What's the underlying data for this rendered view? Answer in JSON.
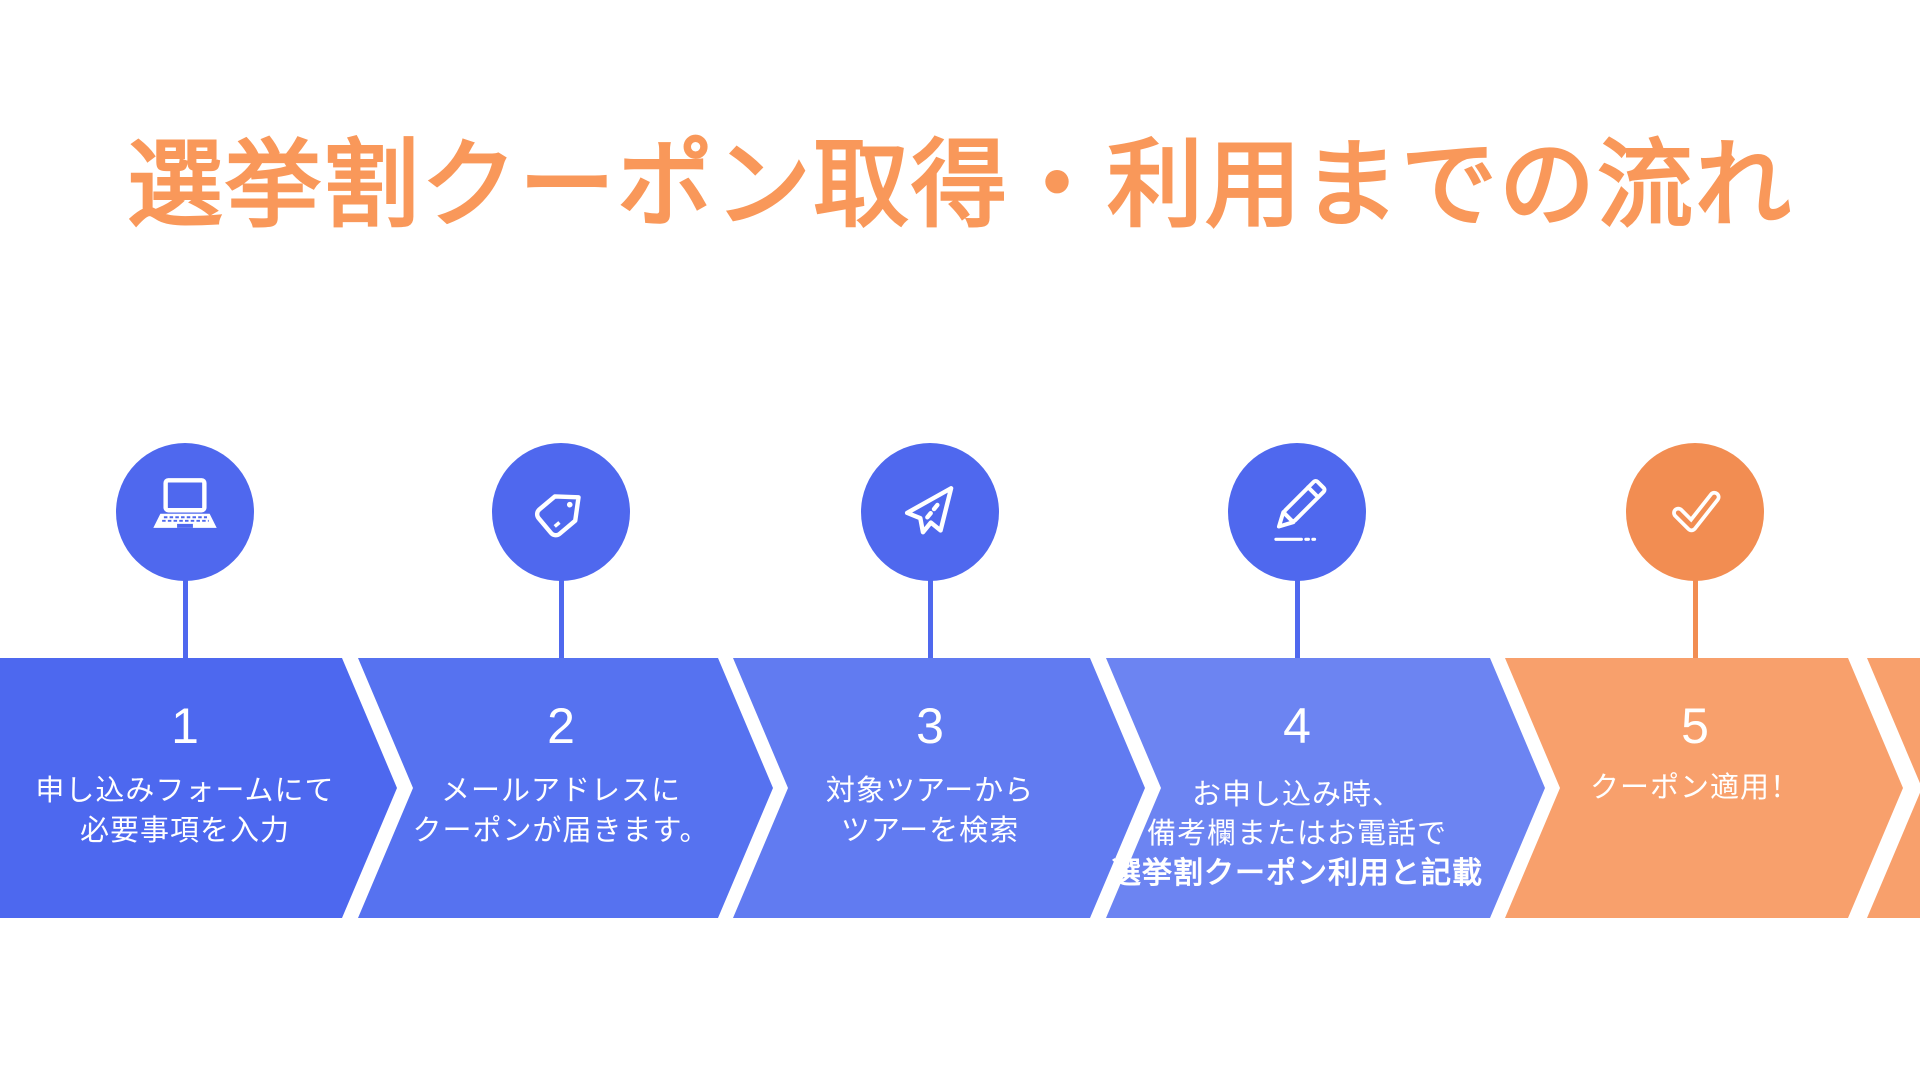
{
  "title": {
    "text": "選挙割クーポン取得・利用までの流れ",
    "color": "#f9985a"
  },
  "palette": {
    "circle_blue": "#4f68ee",
    "circle_orange": "#f28d52",
    "band_colors": [
      "#4d68ef",
      "#5672f0",
      "#617bf1",
      "#6c84f2",
      "#f8a06c",
      "#f8a06c"
    ],
    "text_on_band": "#ffffff",
    "background": "#ffffff"
  },
  "steps": [
    {
      "number": "1",
      "icon": "laptop-icon",
      "lines": [
        "申し込みフォームにて",
        "必要事項を入力"
      ]
    },
    {
      "number": "2",
      "icon": "tag-icon",
      "lines": [
        "メールアドレスに",
        "クーポンが届きます。"
      ]
    },
    {
      "number": "3",
      "icon": "send-icon",
      "lines": [
        "対象ツアーから",
        "ツアーを検索"
      ]
    },
    {
      "number": "4",
      "icon": "pencil-icon",
      "lines": [
        "お申し込み時、",
        "備考欄またはお電話で",
        "選挙割クーポン利用と記載"
      ]
    },
    {
      "number": "5",
      "icon": "check-icon",
      "lines": [
        "クーポン適用！"
      ]
    }
  ]
}
